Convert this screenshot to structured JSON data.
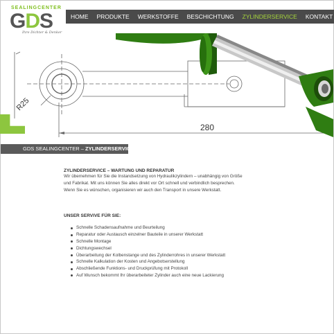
{
  "logo": {
    "top_text": "SEALINGCENTER",
    "mark_gray": "G",
    "mark_green": "D",
    "mark_gray2": "S",
    "tagline": "Ihre Dichter & Denker"
  },
  "nav": {
    "items": [
      {
        "label": "HOME"
      },
      {
        "label": "PRODUKTE"
      },
      {
        "label": "WERKSTOFFE"
      },
      {
        "label": "BESCHICHTUNG"
      },
      {
        "label": "ZYLINDERSERVICE"
      },
      {
        "label": "KONTAKT"
      }
    ],
    "active_index": 4
  },
  "drawing": {
    "radius_label": "R25",
    "length_label": "280"
  },
  "section_bar": {
    "prefix": "GDS SEALINGCENTER – ",
    "strong": "ZYLINDERSERVICE"
  },
  "content": {
    "heading": "ZYLINDERSERVICE – WARTUNG UND REPARATUR",
    "paragraph": [
      "Wir übernehmen für Sie die Instandsetzung von Hydraulikzylindern – unabhängig von Größe",
      "und Fabrikat. Mit uns können Sie alles direkt vor Ort schnell und verbindlich besprechen.",
      "Wenn Sie es wünschen, organisieren wir auch den Transport in unsere Werkstatt."
    ],
    "service_heading": "UNSER SERVIVE FÜR SIE:",
    "services": [
      "Schnelle Schadensaufnahme und Beurteilung",
      "Reparatur oder Austausch einzelner Bauteile in unserer Werkstatt",
      "Schnelle Montage",
      "Dichtungswechsel",
      "Überarbeitung der Kolbenstange und des Zylinderrohres in unserer Werkstatt",
      "Schnelle Kalkulation der Kosten und Angebotserstellung",
      "Abschließende Funktions- und Druckprüfung mit Protokoll",
      "Auf Wunsch bekommt Ihr überarbeiteter Zylinder auch eine neue Lackierung"
    ]
  },
  "colors": {
    "brand_green": "#8dc63f",
    "nav_bg": "#4a4a4a",
    "nav_active": "#a6d43c",
    "bar_bg": "#5a5a5a"
  }
}
